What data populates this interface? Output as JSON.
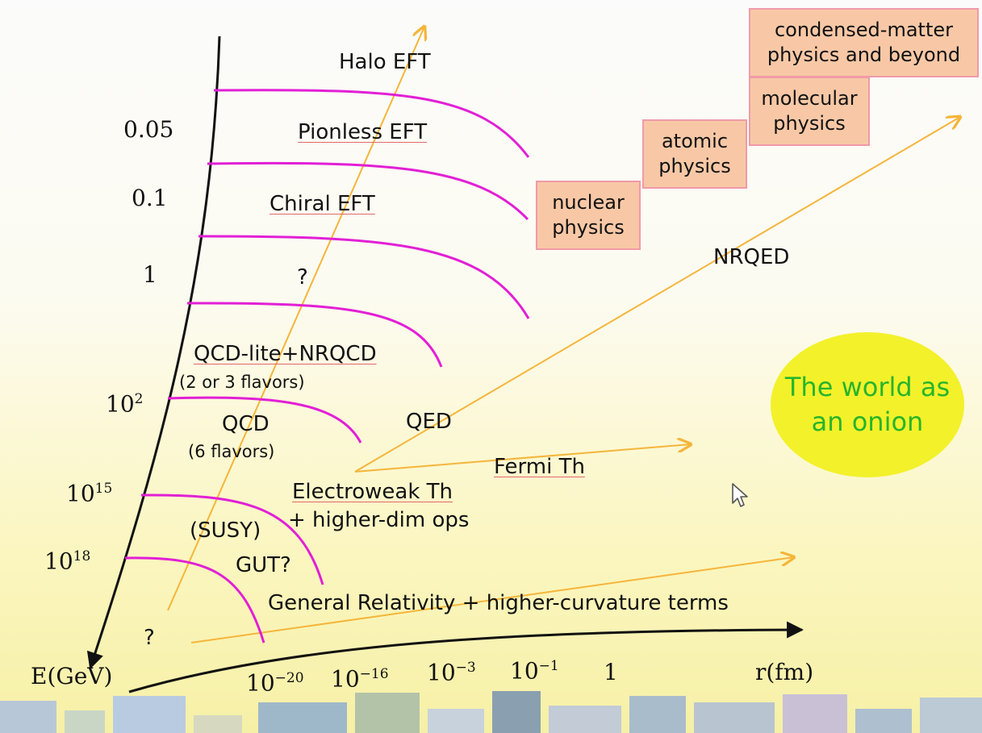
{
  "energy_labels": {
    "e005": "0.05",
    "e01": "0.1",
    "e1": "1",
    "e2_base": "10",
    "e2_exp": "2",
    "e15_base": "10",
    "e15_exp": "15",
    "e18_base": "10",
    "e18_exp": "18",
    "axis_label": "E(GeV)"
  },
  "distance_labels": {
    "r20_base": "10",
    "r20_exp": "−20",
    "r16_base": "10",
    "r16_exp": "−16",
    "r3_base": "10",
    "r3_exp": "−3",
    "r1_base": "10",
    "r1_exp": "−1",
    "r0": "1",
    "axis_label": "r(fm)"
  },
  "theories": {
    "halo": "Halo EFT",
    "pionless": "Pionless EFT",
    "chiral": "Chiral EFT",
    "unknown_mid": "?",
    "qcd_lite": "QCD-lite+NRQCD",
    "qcd_lite_sub": "(2 or 3 flavors)",
    "qcd": "QCD",
    "qcd_sub": "(6 flavors)",
    "qed": "QED",
    "fermi": "Fermi Th",
    "electroweak": "Electroweak Th",
    "electroweak_sub": "+ higher-dim ops",
    "susy": "(SUSY)",
    "gut": "GUT?",
    "gr": "General Relativity + higher-curvature terms",
    "unknown_bottom": "?",
    "nrqed": "NRQED"
  },
  "boxes": {
    "nuclear": "nuclear physics",
    "atomic": "atomic physics",
    "molecular": "molecular physics",
    "condensed": "condensed-matter physics and beyond"
  },
  "onion": "The world as an onion",
  "colors": {
    "cutoff_curves": "#e21fd6",
    "flow_arrows": "#f5b53a",
    "box_fill": "#f8c8a6",
    "box_border": "#f09aa8",
    "onion_fill": "#f3f12a",
    "onion_text": "#27b52a"
  }
}
